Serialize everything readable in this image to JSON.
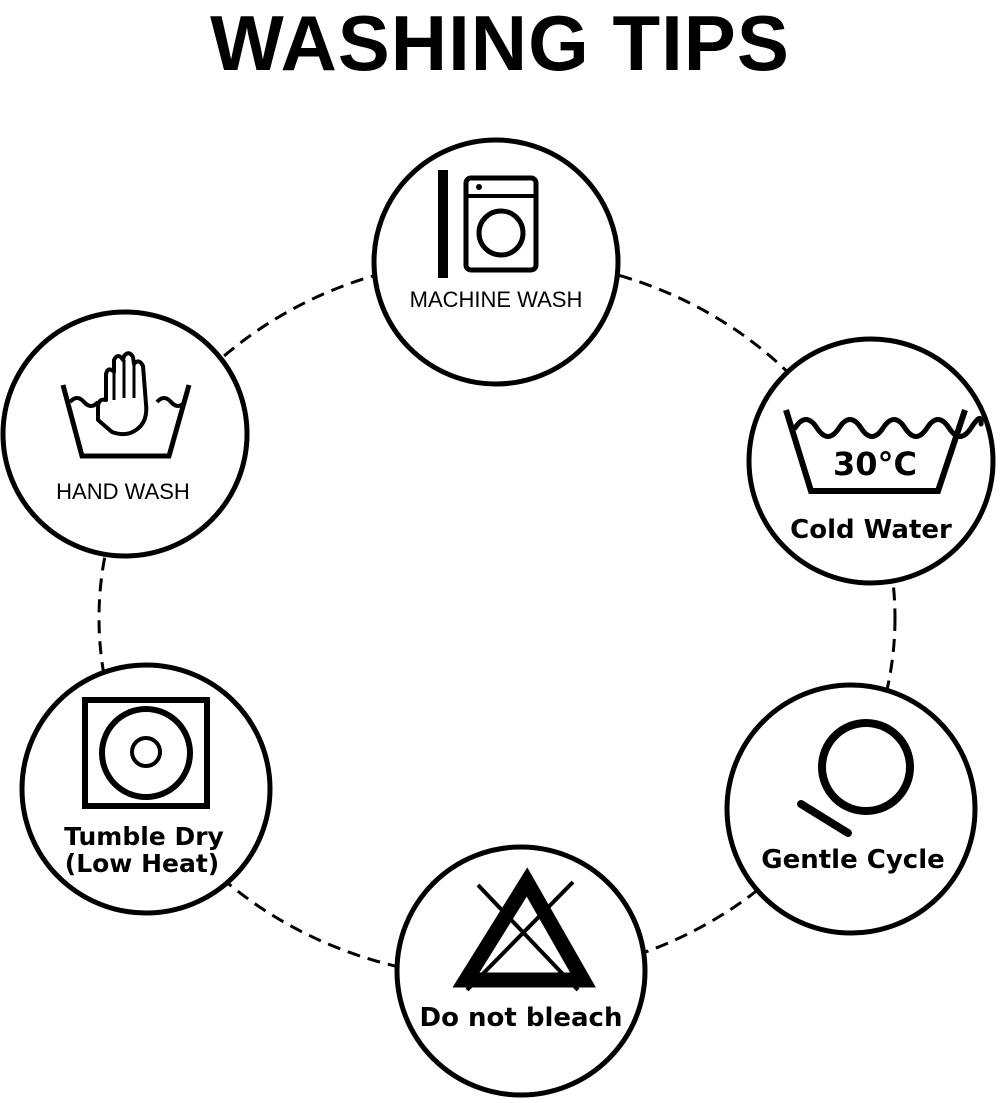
{
  "title": "WASHING TIPS",
  "connector": {
    "style": "dashed",
    "color": "#000000"
  },
  "tips": [
    {
      "id": "machine-wash",
      "icon": "washing-machine-icon",
      "label": "MACHINE WASH"
    },
    {
      "id": "cold-water",
      "icon": "wash-basin-30-icon",
      "temperature": "30°C",
      "label": "Cold Water"
    },
    {
      "id": "gentle-cycle",
      "icon": "gentle-cycle-icon",
      "label": "Gentle Cycle"
    },
    {
      "id": "do-not-bleach",
      "icon": "crossed-triangle-icon",
      "label": "Do not bleach"
    },
    {
      "id": "tumble-dry",
      "icon": "tumble-dry-low-icon",
      "label_line1": "Tumble Dry",
      "label_line2": "(Low Heat)"
    },
    {
      "id": "hand-wash",
      "icon": "hand-in-basin-icon",
      "label": "HAND WASH"
    }
  ]
}
